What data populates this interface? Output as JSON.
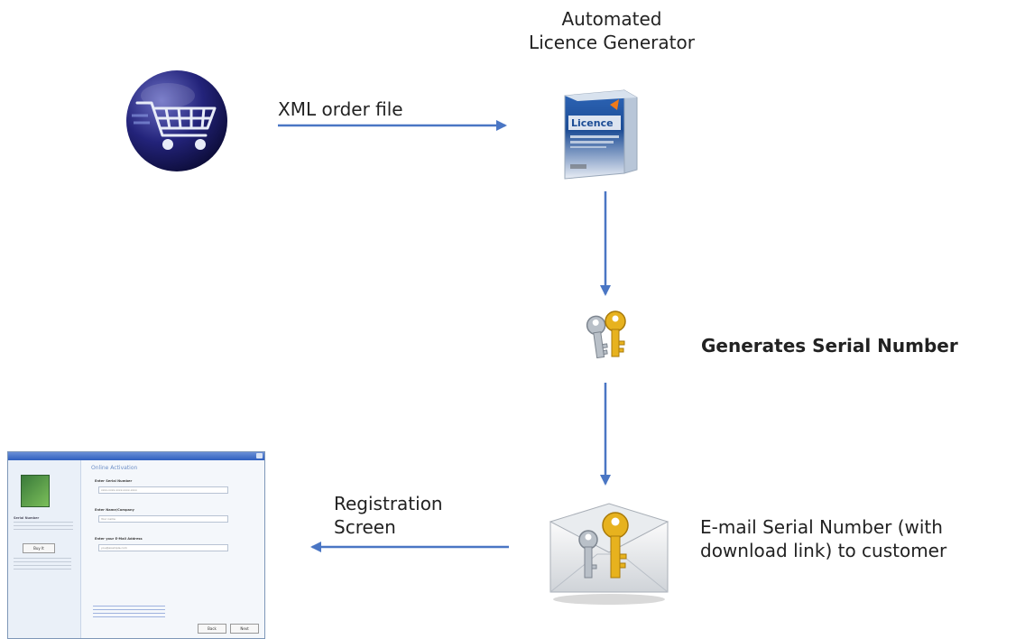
{
  "nodes": {
    "generator": {
      "title_line1": "Automated",
      "title_line2": "Licence Generator"
    },
    "order_arrow_label": "XML order file",
    "serial": {
      "label": "Generates Serial Number"
    },
    "email": {
      "label_line1": "E-mail Serial Number (with",
      "label_line2": "download link) to customer"
    },
    "registration": {
      "label_line1": "Registration",
      "label_line2": "Screen"
    }
  },
  "box_art": {
    "brand": "Licence"
  },
  "registration_screen": {
    "heading": "Online Activation",
    "serial_label": "Enter Serial Number",
    "serial_value": "xxxx-xxxx-xxxx-xxxx-xxxx",
    "name_label": "Enter Name/Company",
    "name_value": "Your name",
    "email_label": "Enter your E-Mail Address",
    "email_value": "you@example.com",
    "side_heading": "Serial Number",
    "buy_button": "Buy It",
    "back_button": "Back",
    "next_button": "Next"
  },
  "colors": {
    "arrow": "#4a76c4",
    "cart_disc": "#1f1f6e",
    "key_gold": "#e7b21e",
    "key_silver": "#b9c0c8"
  },
  "icons": [
    "shopping-cart-icon",
    "licence-box-icon",
    "keys-icon",
    "envelope-keys-icon"
  ]
}
